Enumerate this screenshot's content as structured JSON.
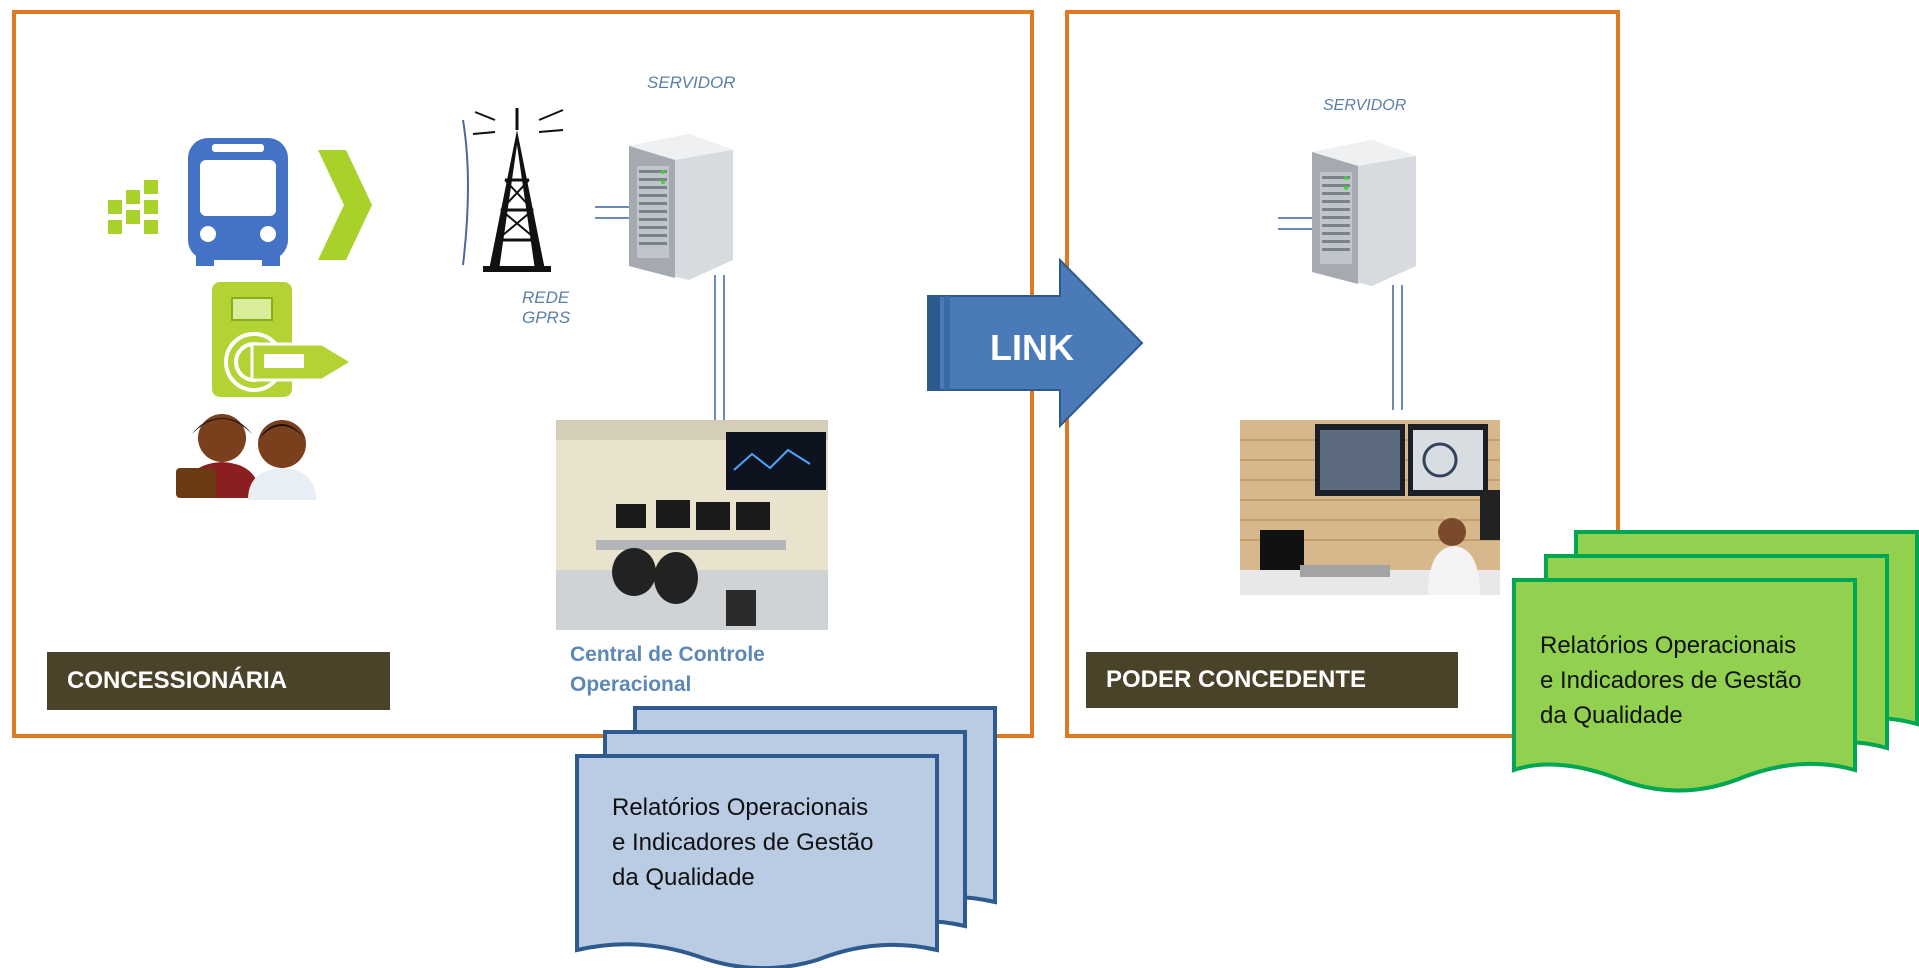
{
  "concessionaria": {
    "label": "CONCESSIONÁRIA",
    "server_label": "SERVIDOR",
    "network_label_line1": "REDE",
    "network_label_line2": "GPRS",
    "control_center_line1": "Central de Controle",
    "control_center_line2": "Operacional",
    "report_line1": "Relatórios Operacionais",
    "report_line2": "e Indicadores de Gestão",
    "report_line3": "da Qualidade"
  },
  "link": {
    "label": "LINK"
  },
  "poder_concedente": {
    "label": "PODER CONCEDENTE",
    "server_label": "SERVIDOR",
    "report_line1": "Relatórios Operacionais",
    "report_line2": "e Indicadores de Gestão",
    "report_line3": "da Qualidade"
  },
  "colors": {
    "panel_border": "#e07a22",
    "label_bg": "#4a4229",
    "link_arrow": "#4a7ab8",
    "blue_doc": "#b9cce4",
    "green_doc": "#92d050",
    "bus": "#4472c4",
    "bus_accent": "#a8d22a"
  }
}
